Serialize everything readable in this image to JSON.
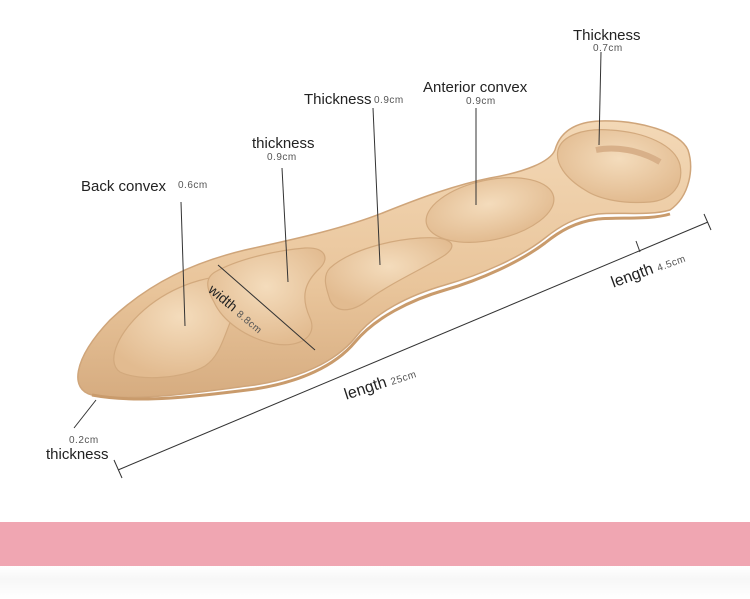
{
  "labels": {
    "thickness_heel_main": "Thickness",
    "thickness_heel_value": "0.7cm",
    "anterior_convex_main": "Anterior convex",
    "anterior_convex_value": "0.9cm",
    "thickness_mid_main": "Thickness",
    "thickness_mid_value": "0.9cm",
    "thickness_left_main": "thickness",
    "thickness_left_value": "0.9cm",
    "back_convex_main": "Back convex",
    "back_convex_value": "0.6cm",
    "width_main": "width",
    "width_value": "8.8cm",
    "length_main": "length",
    "length_value": "25cm",
    "length_heel_main": "length",
    "length_heel_value": "4.5cm",
    "thickness_toe_value": "0.2cm",
    "thickness_toe_main": "thickness"
  },
  "colors": {
    "insole": "#ecc9a1",
    "insole_shadow": "#d7ae82",
    "insole_highlight": "#f6dfc1",
    "band": "#f0a6b2",
    "line": "#333333"
  }
}
